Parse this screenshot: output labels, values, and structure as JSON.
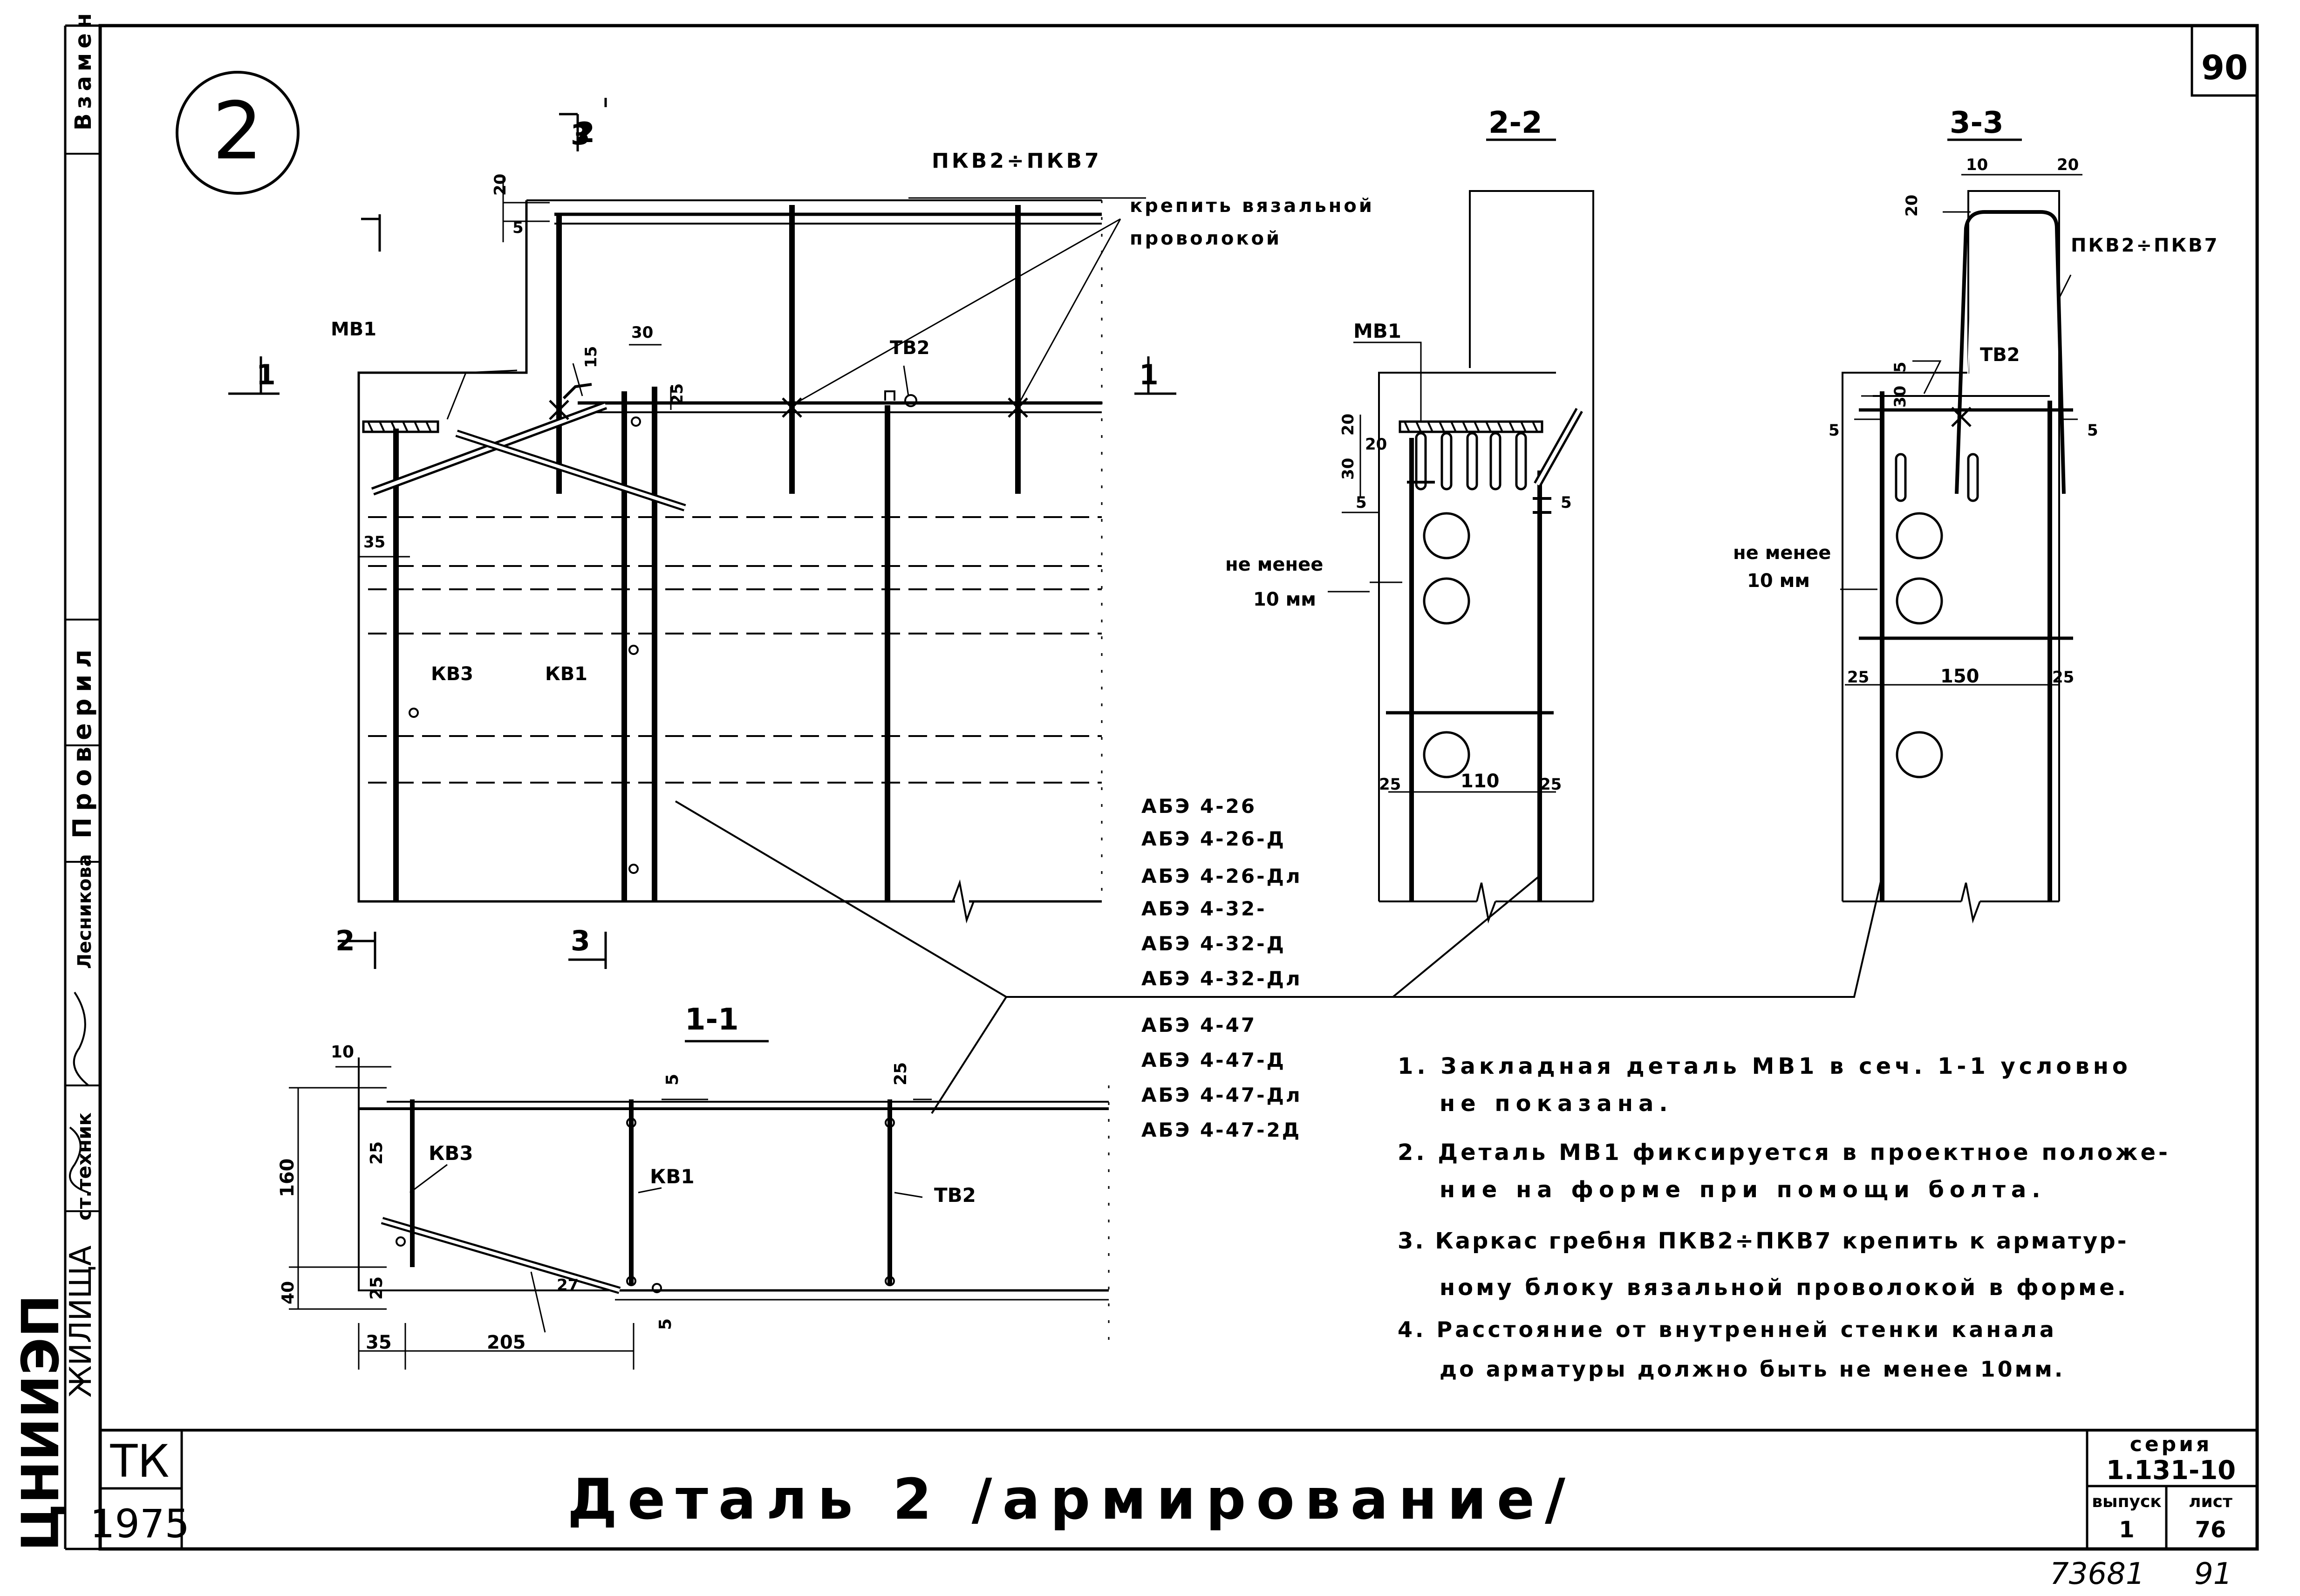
{
  "sheet_number": "90",
  "detail_marker": "2",
  "left_strip": {
    "vzamen": "Взамен",
    "proveril": "Проверил",
    "lesnikova": "Лесникова",
    "tekhnik": "ст.техник",
    "zhilishcha": "ЖИЛИЩА",
    "org": "ЦНИИЭП"
  },
  "main_view": {
    "cut_2_top": "2",
    "cut_3_top": "3",
    "cut_1_left": "1",
    "cut_1_right": "1",
    "cut_2_bottom": "2",
    "cut_3_bottom": "3",
    "pkv_label": "ПКВ2÷ПКВ7",
    "fix_note_line1": "крепить вязальной",
    "fix_note_line2": "проволокой",
    "mv1": "МВ1",
    "tv2": "ТВ2",
    "kv3": "КВ3",
    "kv1": "КВ1",
    "dims": {
      "d20": "20",
      "d5": "5",
      "d15": "15",
      "d30": "30",
      "d25": "25",
      "d35": "35"
    }
  },
  "section_1_1": {
    "title": "1-1",
    "kv3": "КВ3",
    "kv1": "КВ1",
    "tv2": "ТВ2",
    "dims": {
      "d10": "10",
      "d5a": "5",
      "d25a": "25",
      "d25b": "25",
      "d160": "160",
      "d40": "40",
      "d25c": "25",
      "d27": "27",
      "d5b": "5",
      "d35": "35",
      "d205": "205"
    }
  },
  "section_2_2": {
    "title": "2-2",
    "mv1": "МВ1",
    "note_line1": "не менее",
    "note_line2": "10 мм",
    "dims": {
      "d20a": "20",
      "d30": "30",
      "d20b": "20",
      "d5a": "5",
      "d5b": "5",
      "d25a": "25",
      "d110": "110",
      "d25b": "25"
    }
  },
  "section_3_3": {
    "title": "3-3",
    "pkv_label": "ПКВ2÷ПКВ7",
    "tv2": "ТВ2",
    "note_line1": "не менее",
    "note_line2": "10 мм",
    "dims": {
      "d10": "10",
      "d20a": "20",
      "d20b": "20",
      "d5a": "5",
      "d30": "30",
      "d5b": "5",
      "d5c": "5",
      "d25a": "25",
      "d150": "150",
      "d25b": "25"
    }
  },
  "block_list": [
    "АБЭ 4-26",
    "АБЭ 4-26-Д",
    "АБЭ 4-26-Дл",
    "АБЭ 4-32-",
    "АБЭ 4-32-Д",
    "АБЭ 4-32-Дл",
    "АБЭ 4-47",
    "АБЭ 4-47-Д",
    "АБЭ 4-47-Дл",
    "АБЭ 4-47-2Д"
  ],
  "notes": [
    "1. Закладная деталь МВ1 в сеч. 1-1 условно",
    "не показана.",
    "2. Деталь МВ1 фиксируется в проектное положе-",
    "ние на форме при помощи болта.",
    "3. Каркас гребня ПКВ2÷ПКВ7 крепить к арматур-",
    "ному блоку вязальной проволокой в форме.",
    "4. Расстояние от внутренней стенки канала",
    "до арматуры должно быть не менее 10мм."
  ],
  "title_block": {
    "tk": "ТК",
    "year": "1975",
    "title": "Деталь 2 /армирование/",
    "seria_label": "серия",
    "seria": "1.131-10",
    "vypusk_label": "выпуск",
    "vypusk": "1",
    "list_label": "лист",
    "list": "76"
  },
  "stamp_number": "73681",
  "stamp_sheet": "91"
}
